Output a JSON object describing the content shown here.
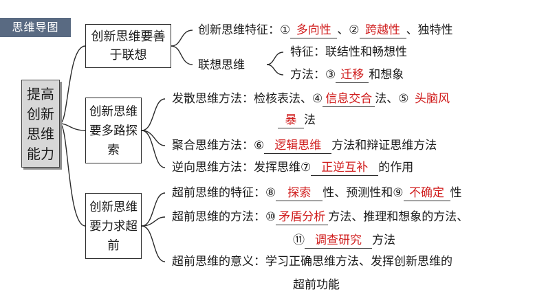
{
  "header": {
    "tag": "思维导图"
  },
  "root": {
    "label": "提高创新思维能力"
  },
  "nodes": [
    {
      "label": "创新思维要善于联想"
    },
    {
      "label": "创新思维要多路探索"
    },
    {
      "label": "创新思维要力求超前"
    }
  ],
  "lines": {
    "l1": {
      "pre": "创新思维特征：①",
      "a1": "多向性",
      "mid": "、②",
      "a2": "跨越性",
      "post": "、独特性"
    },
    "l2": {
      "text": "联想思维"
    },
    "l3": {
      "text": "特征：联结性和畅想性"
    },
    "l4": {
      "pre": "方法：③",
      "a1": "迁移",
      "post": "和想象"
    },
    "l5": {
      "pre": "发散思维方法：检核表法、④",
      "a1": "信息交合",
      "mid": "法、⑤",
      "a2": "头脑风"
    },
    "l5b": {
      "a1": "暴",
      "post": "法"
    },
    "l6": {
      "pre": "聚合思维方法：⑥",
      "a1": "逻辑思维",
      "post": "方法和辩证思维方法"
    },
    "l7": {
      "pre": "逆向思维方法：发挥思维⑦",
      "a1": "正逆互补",
      "post": "的作用"
    },
    "l8": {
      "pre": "超前思维的特征：⑧",
      "a1": "探索",
      "mid": "性、预测性和⑨",
      "a2": "不确定",
      "post": "性"
    },
    "l9": {
      "pre": "超前思维的方法：⑩",
      "a1": "矛盾分析",
      "post": "方法、推理和想象的方法、"
    },
    "l9b": {
      "pre": "⑪",
      "a1": "调查研究",
      "post": "方法"
    },
    "l10": {
      "text": "超前思维的意义：学习正确思维方法、发挥创新思维的"
    },
    "l10b": {
      "text": "超前功能"
    }
  },
  "colors": {
    "answer": "#d01c1c",
    "tag_bg": "#596a82",
    "root_bg": "#d7d7d7"
  }
}
